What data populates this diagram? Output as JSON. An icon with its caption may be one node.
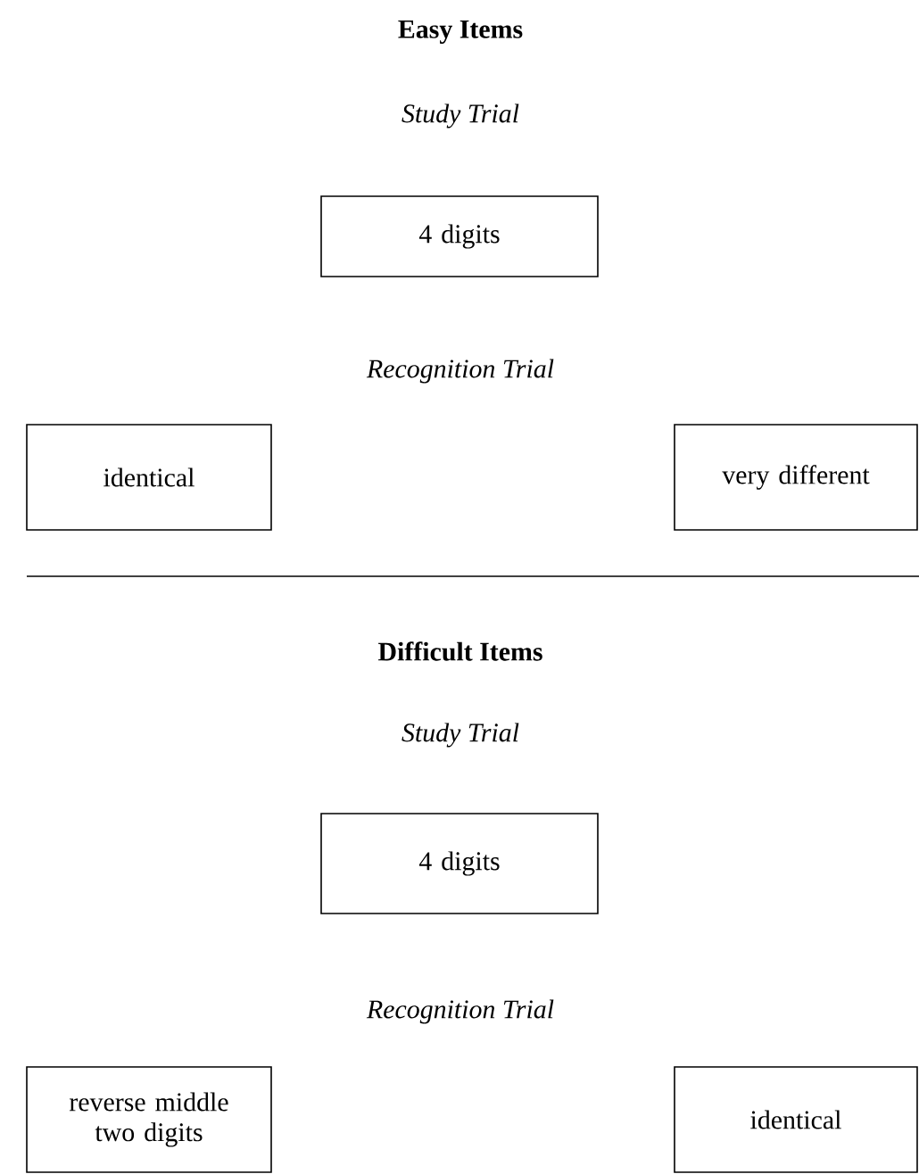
{
  "diagram": {
    "nodes": [
      {
        "text": [
          "4 digits"
        ]
      },
      {
        "text": [
          "identical"
        ]
      },
      {
        "text": [
          "very different"
        ]
      },
      {
        "text": [
          "4 digits"
        ]
      },
      {
        "text": [
          "reverse middle two digits"
        ]
      },
      {
        "text": [
          "identical"
        ]
      }
    ],
    "labels": [
      "Easy Items",
      "Study Trial",
      "Recognition Trial",
      "Difficult Items",
      "Study Trial",
      "Recognition Trial"
    ]
  }
}
